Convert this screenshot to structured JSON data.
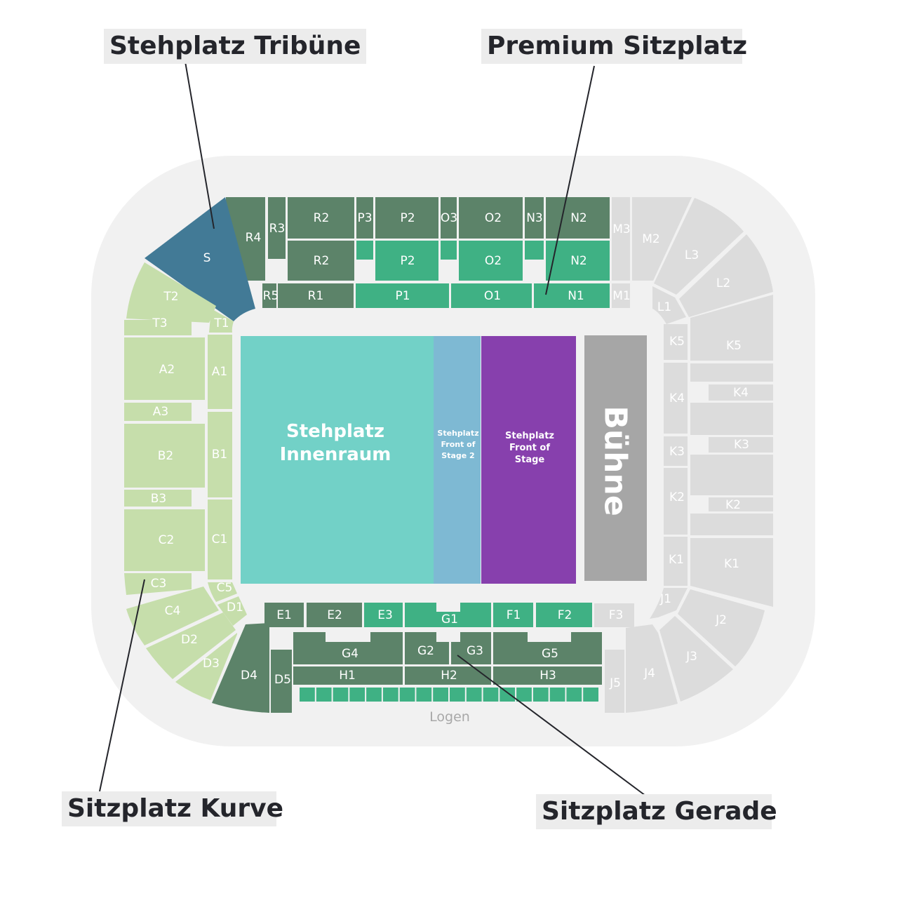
{
  "colors": {
    "outer_ring": "#f1f1f1",
    "dark_green": "#5c8369",
    "mid_green": "#3fb184",
    "light_green": "#c6deab",
    "light_grey": "#dcdcdc",
    "standing_blue": "#427a96",
    "innenraum": "#72d1c7",
    "front_stage_2": "#7eb9d3",
    "front_stage": "#8740ad",
    "stage_grey": "#a6a6a6",
    "callout_bg": "#ececec",
    "callout_text": "#24252b"
  },
  "callouts": {
    "stehplatz_tribuene": "Stehplatz Tribüne",
    "premium_sitzplatz": "Premium Sitzplatz",
    "sitzplatz_kurve": "Sitzplatz Kurve",
    "sitzplatz_gerade": "Sitzplatz Gerade"
  },
  "floor": {
    "innenraum_line1": "Stehplatz",
    "innenraum_line2": "Innenraum",
    "fos2_line1": "Stehplatz",
    "fos2_line2": "Front of",
    "fos2_line3": "Stage 2",
    "fos_line1": "Stehplatz",
    "fos_line2": "Front of",
    "fos_line3": "Stage",
    "stage": "Bühne"
  },
  "logen_label": "Logen",
  "sections": {
    "S": "S",
    "R4": "R4",
    "R3": "R3",
    "R2": "R2",
    "R5": "R5",
    "R1": "R1",
    "P3": "P3",
    "P2": "P2",
    "P1": "P1",
    "O3": "O3",
    "O2": "O2",
    "O1": "O1",
    "N3": "N3",
    "N2": "N2",
    "N1": "N1",
    "M3": "M3",
    "M2": "M2",
    "M1": "M1",
    "L3": "L3",
    "L2": "L2",
    "L1": "L1",
    "K5": "K5",
    "K4": "K4",
    "K3": "K3",
    "K2": "K2",
    "K1": "K1",
    "J1": "J1",
    "J2": "J2",
    "J3": "J3",
    "J4": "J4",
    "J5": "J5",
    "T2": "T2",
    "T3": "T3",
    "T1": "T1",
    "A1": "A1",
    "A2": "A2",
    "A3": "A3",
    "B1": "B1",
    "B2": "B2",
    "B3": "B3",
    "C1": "C1",
    "C2": "C2",
    "C3": "C3",
    "C4": "C4",
    "C5": "C5",
    "D1": "D1",
    "D2": "D2",
    "D3": "D3",
    "D4": "D4",
    "D5": "D5",
    "E1": "E1",
    "E2": "E2",
    "E3": "E3",
    "F1": "F1",
    "F2": "F2",
    "F3": "F3",
    "G1": "G1",
    "G2": "G2",
    "G3": "G3",
    "G4": "G4",
    "G5": "G5",
    "H1": "H1",
    "H2": "H2",
    "H3": "H3"
  }
}
